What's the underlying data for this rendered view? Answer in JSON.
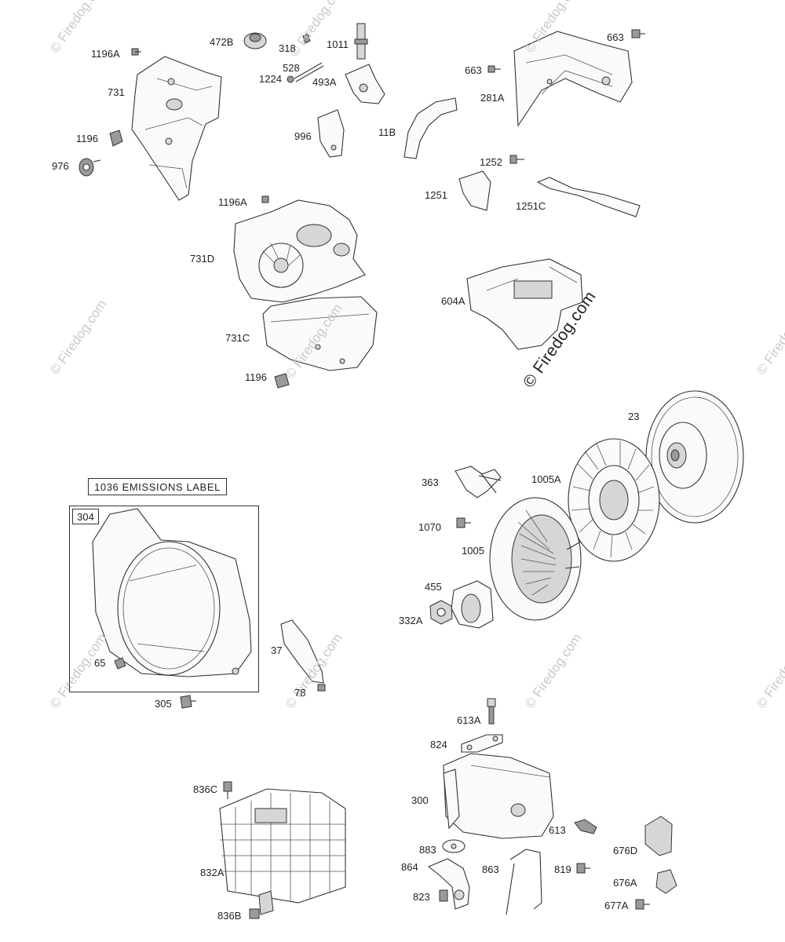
{
  "labels": {
    "l1196A_a": "1196A",
    "l731": "731",
    "l1196_a": "1196",
    "l976": "976",
    "l472B": "472B",
    "l318": "318",
    "l1011": "1011",
    "l528": "528",
    "l1224": "1224",
    "l493A": "493A",
    "l996": "996",
    "l663_a": "663",
    "l663_b": "663",
    "l281A": "281A",
    "l11B": "11B",
    "l1252": "1252",
    "l1251": "1251",
    "l1251C": "1251C",
    "l1196A_b": "1196A",
    "l731D": "731D",
    "l604A": "604A",
    "l731C": "731C",
    "l1196_b": "1196",
    "l23": "23",
    "l363": "363",
    "l1005A": "1005A",
    "l1070": "1070",
    "l1005": "1005",
    "l455": "455",
    "l332A": "332A",
    "l304": "304",
    "l65": "65",
    "l305": "305",
    "l37": "37",
    "l78": "78",
    "l613A": "613A",
    "l824": "824",
    "l300": "300",
    "l613": "613",
    "l676D": "676D",
    "l883": "883",
    "l864": "864",
    "l863": "863",
    "l819": "819",
    "l676A": "676A",
    "l823": "823",
    "l677A": "677A",
    "l836C": "836C",
    "l832A": "832A",
    "l836B": "836B"
  },
  "emissions_label": "1036 EMISSIONS LABEL",
  "watermark_main": "© Firedog.com",
  "watermark_faint": "© Firedog.com"
}
